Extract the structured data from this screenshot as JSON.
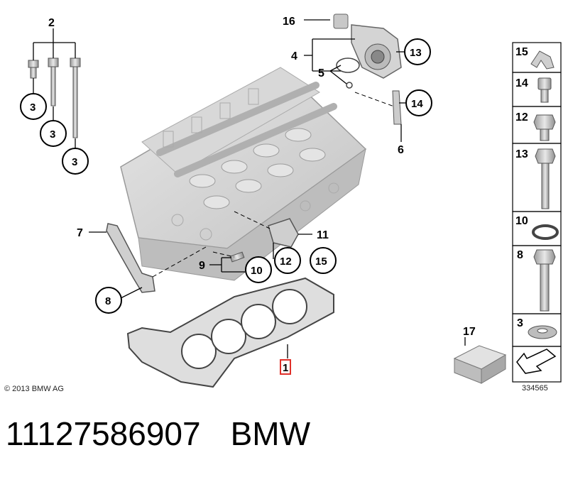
{
  "callouts": {
    "c1": "1",
    "c2": "2",
    "c3a": "3",
    "c3b": "3",
    "c3c": "3",
    "c4": "4",
    "c5": "5",
    "c6": "6",
    "c7": "7",
    "c8": "8",
    "c9": "9",
    "c10": "10",
    "c11": "11",
    "c12": "12",
    "c13": "13",
    "c14": "14",
    "c15": "15",
    "c16": "16",
    "c17": "17"
  },
  "legend": {
    "items": [
      "15",
      "14",
      "12",
      "13",
      "10",
      "8",
      "3"
    ]
  },
  "copyright": "© 2013 BMW AG",
  "drawing_number": "334565",
  "footer": {
    "part_number": "11127586907",
    "brand": "BMW"
  },
  "colors": {
    "highlight": "#e0302a",
    "part_gray": "#cfcfcf",
    "line": "#000000"
  }
}
